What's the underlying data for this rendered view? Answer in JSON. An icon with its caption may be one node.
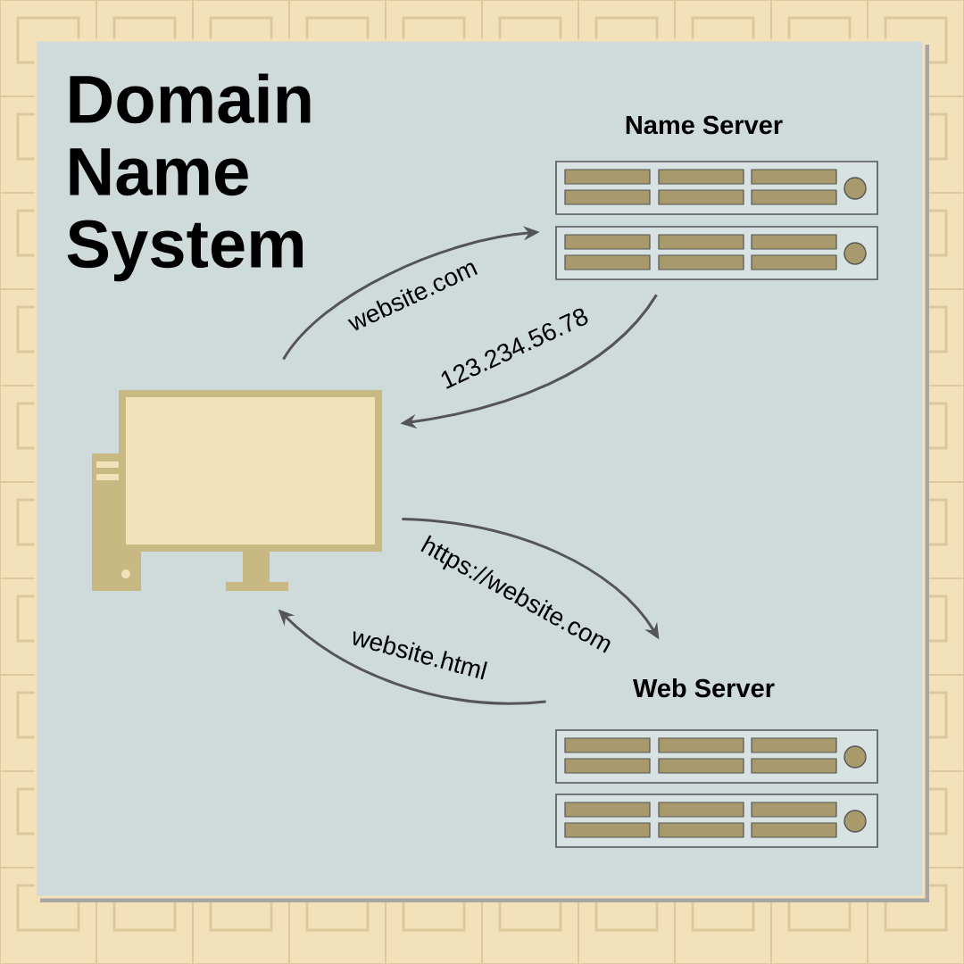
{
  "diagram": {
    "title": "Domain Name System",
    "nodes": [
      {
        "text": [],
        "shape": "picture"
      },
      {
        "text": [
          "Name Server"
        ]
      },
      {
        "text": [
          "Web Server"
        ]
      }
    ],
    "edges": [
      {
        "from": 0,
        "to": 1,
        "arrow": "to",
        "label": "website.com"
      },
      {
        "from": 1,
        "to": 0,
        "arrow": "to",
        "label": "123.234.56.78"
      },
      {
        "from": 0,
        "to": 2,
        "arrow": "to",
        "label": "https://website.com"
      },
      {
        "from": 2,
        "to": 0,
        "arrow": "to",
        "label": "website.html"
      }
    ]
  }
}
